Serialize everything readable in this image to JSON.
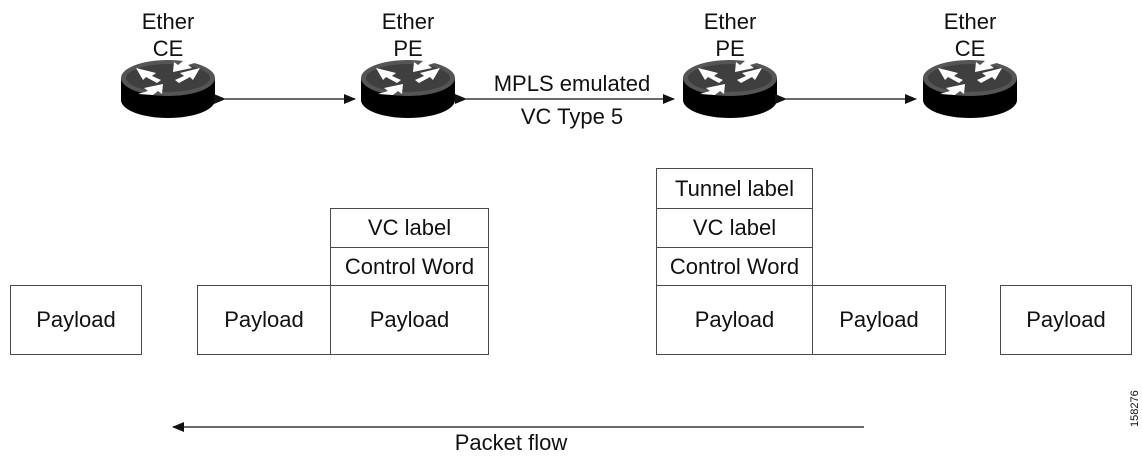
{
  "routers": [
    {
      "line1": "Ether",
      "line2": "CE",
      "icon": "router-icon"
    },
    {
      "line1": "Ether",
      "line2": "PE",
      "icon": "router-icon"
    },
    {
      "line1": "Ether",
      "line2": "PE",
      "icon": "router-icon"
    },
    {
      "line1": "Ether",
      "line2": "CE",
      "icon": "router-icon"
    }
  ],
  "links": {
    "mpls_line1": "MPLS emulated",
    "mpls_line2": "VC Type 5"
  },
  "packets": {
    "stage1": {
      "payload": "Payload"
    },
    "stage2": {
      "payload": "Payload"
    },
    "stage3": {
      "vc_label": "VC label",
      "control_word": "Control Word",
      "payload": "Payload"
    },
    "stage4": {
      "tunnel_label": "Tunnel label",
      "vc_label": "VC label",
      "control_word": "Control Word",
      "payload": "Payload"
    },
    "stage5": {
      "payload": "Payload"
    },
    "stage6": {
      "payload": "Payload"
    }
  },
  "flow": {
    "label": "Packet flow"
  },
  "figure_id": "158276"
}
